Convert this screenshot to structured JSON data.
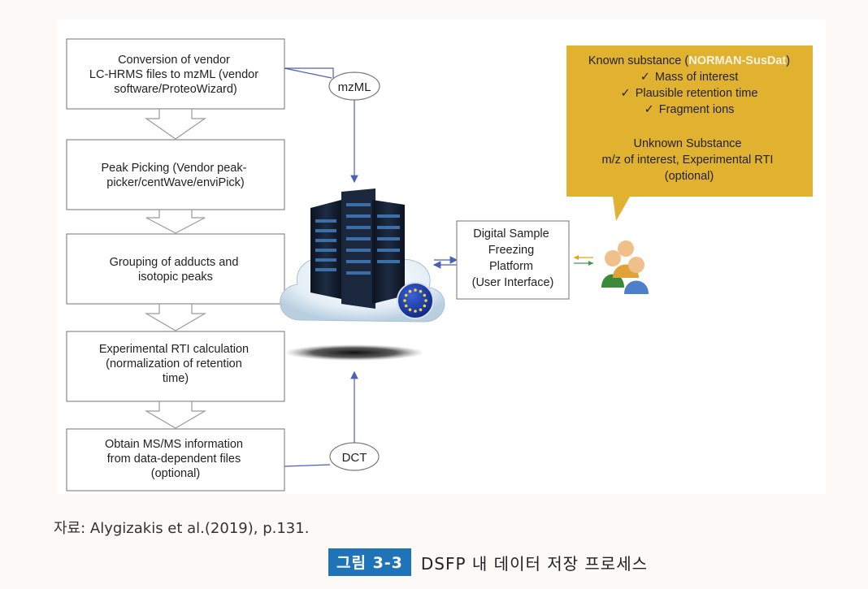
{
  "steps": [
    {
      "id": "conversion",
      "lines": [
        "Conversion of vendor",
        "LC-HRMS files to mzML (vendor",
        "software/ProteoWizard)"
      ]
    },
    {
      "id": "peak-picking",
      "lines": [
        "Peak Picking (Vendor peak-",
        "picker/centWave/enviPick)"
      ]
    },
    {
      "id": "grouping",
      "lines": [
        "Grouping of adducts and",
        "isotopic peaks"
      ]
    },
    {
      "id": "rti",
      "lines": [
        "Experimental RTI calculation",
        "(normalization of retention",
        "time)"
      ]
    },
    {
      "id": "msms",
      "lines": [
        "Obtain MS/MS information",
        "from data-dependent files",
        "(optional)"
      ]
    }
  ],
  "nodes": {
    "mzml": "mzML",
    "dct": "DCT"
  },
  "platform_lines": [
    "Digital Sample",
    "Freezing",
    "Platform",
    "(User Interface)"
  ],
  "bubble": {
    "known_prefix": "Known substance (",
    "known_highlight": "NORMAN-SusDat",
    "known_suffix": ")",
    "checks": [
      "Mass of interest",
      "Plausible retention time",
      "Fragment ions"
    ],
    "check_mark": "✓",
    "unknown_lines": [
      "Unknown Substance",
      "m/z of interest, Experimental RTI",
      "(optional)"
    ]
  },
  "colors": {
    "bubble_fill": "#e0b22f",
    "highlight": "#f7f3e3",
    "badge": "#1f73b7",
    "arrow": "#4e5fb8"
  },
  "icons": [
    "server-rack-icon",
    "cloud-icon",
    "eu-flag-icon",
    "users-icon"
  ],
  "source": "자료: Alygizakis et al.(2019), p.131.",
  "caption": {
    "label": "그림 3-3",
    "title": "DSFP 내 데이터 저장 프로세스"
  }
}
